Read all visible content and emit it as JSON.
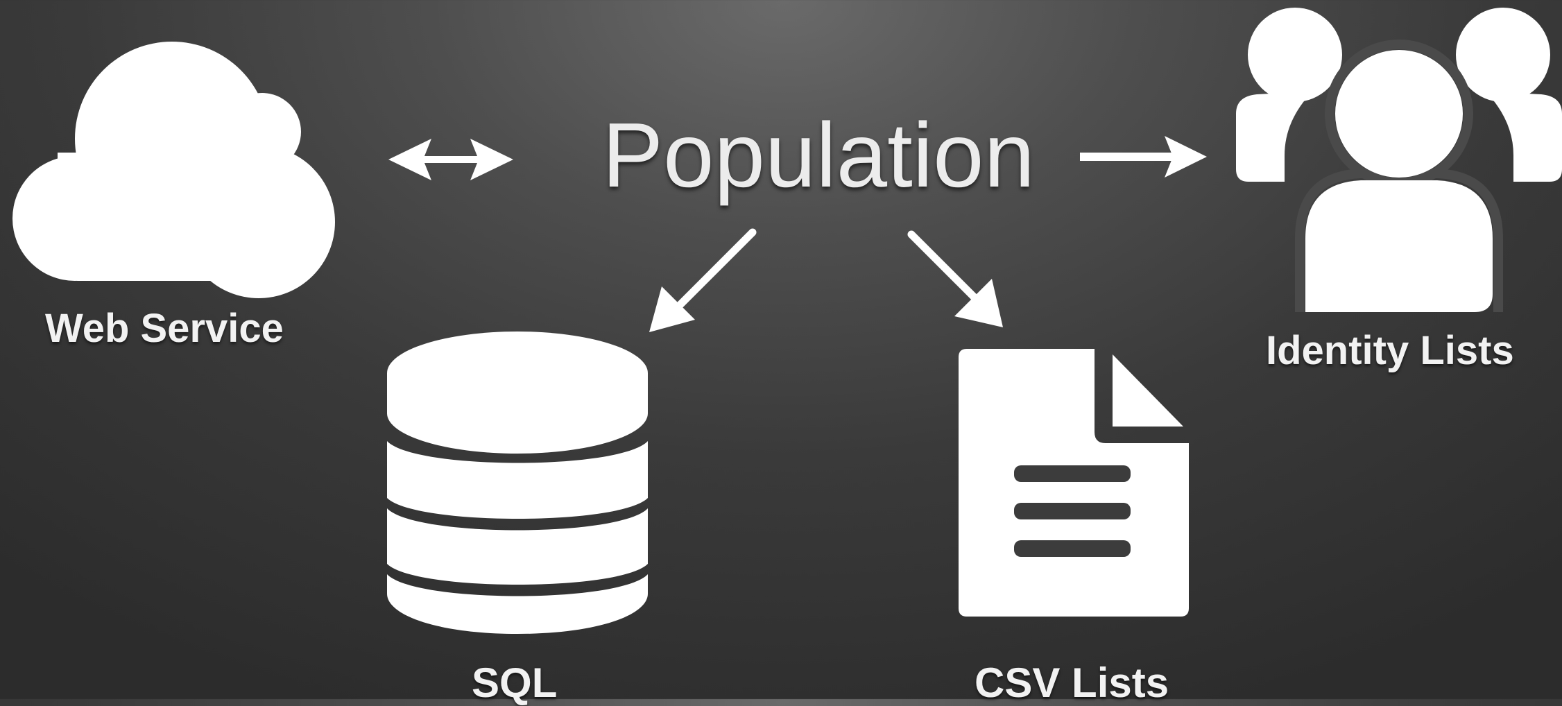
{
  "diagram": {
    "title": "Population",
    "nodes": [
      {
        "id": "web-service",
        "label": "Web Service",
        "icon": "cloud-icon"
      },
      {
        "id": "sql",
        "label": "SQL",
        "icon": "database-icon"
      },
      {
        "id": "csv-lists",
        "label": "CSV Lists",
        "icon": "document-icon"
      },
      {
        "id": "identity-lists",
        "label": "Identity Lists",
        "icon": "users-icon"
      }
    ],
    "edges": [
      {
        "from": "web-service",
        "to": "population",
        "direction": "bidirectional"
      },
      {
        "from": "population",
        "to": "identity-lists",
        "direction": "forward"
      },
      {
        "from": "population",
        "to": "sql",
        "direction": "forward"
      },
      {
        "from": "population",
        "to": "csv-lists",
        "direction": "forward"
      }
    ]
  },
  "colors": {
    "foreground": "#ffffff",
    "background_light": "#6a6a6a",
    "background_dark": "#2c2c2c"
  }
}
